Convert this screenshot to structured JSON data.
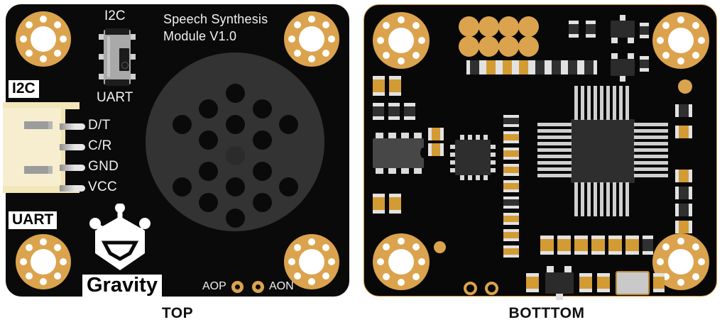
{
  "page": {
    "title": "Speech Synthesis Module V1.0 — PCB top and bottom views",
    "background_color": "#ffffff"
  },
  "captions": {
    "top": "TOP",
    "bottom": "BOTTTOM"
  },
  "colors": {
    "pcb_black": "#0a0a0a",
    "gold_pad": "#dba34d",
    "silkscreen_white": "#f2f2f2",
    "speaker_gray": "#333333",
    "connector_cream": "#f7eed0",
    "ic_dark": "#2e2e2e",
    "terminal_silver": "#e2e2e2",
    "caption_text": "#111111"
  },
  "top_board": {
    "silkscreen_title": "Speech Synthesis\nModule V1.0",
    "title_line_1": "Speech Synthesis",
    "title_line_2": "Module V1.0",
    "switch": {
      "label_above": "I2C",
      "label_below": "UART",
      "type": "slide-switch",
      "position": "UART"
    },
    "connector": {
      "label_top": "I2C",
      "label_bottom": "UART",
      "type": "4-pin-jst-gravity",
      "pins": [
        {
          "index": 1,
          "name": "D/T"
        },
        {
          "index": 2,
          "name": "C/R"
        },
        {
          "index": 3,
          "name": "GND"
        },
        {
          "index": 4,
          "name": "VCC"
        }
      ]
    },
    "brand": "Gravity",
    "speaker": {
      "name": "speaker",
      "hole_count": 17
    },
    "audio_pads": {
      "left_label": "AOP",
      "right_label": "AON"
    },
    "mounting_holes": 4
  },
  "bottom_board": {
    "mounting_holes": 4,
    "main_ic": "QFP",
    "secondary_ic": "QFN",
    "regulator_ic": "SOIC-8",
    "test_pad_columns": 8,
    "crystal": "silver-can"
  }
}
